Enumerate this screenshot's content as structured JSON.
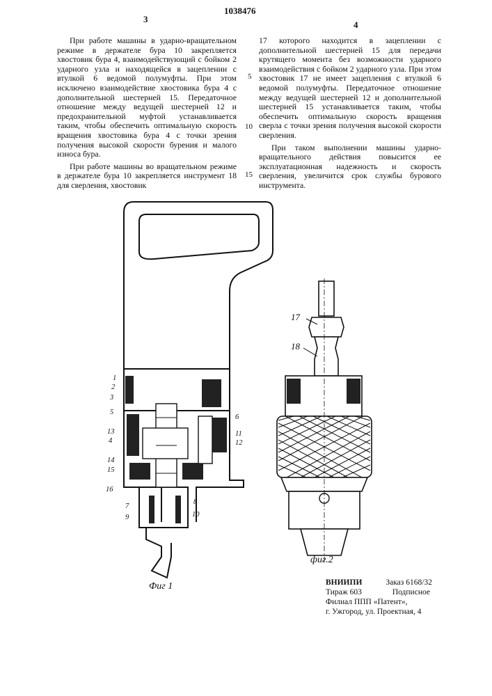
{
  "header": {
    "page_left": "3",
    "patent_number": "1038476",
    "page_right": "4"
  },
  "left_column": {
    "paragraphs": [
      "При работе машины в ударно-вращательном режиме в держателе бура 10 закрепляется хвостовик бура 4, взаимодействующий с бойком 2 ударного узла и находящейся в зацеплении с втулкой 6 ведомой полумуфты. При этом исключено взаимодействие хвостовика бура 4 с дополнительной шестерней 15. Передаточное отношение между ведущей шестерней 12 и предохранительной муфтой устанавливается таким, чтобы обеспечить оптимальную скорость вращения хвостовика бура 4 с точки зрения получения высокой скорости бурения и малого износа бура.",
      "При работе машины во вращательном режиме в держателе бура 10 закрепляется инструмент 18 для сверления, хвостовик"
    ]
  },
  "right_column": {
    "paragraphs": [
      "17 которого находится в зацеплении с дополнительной шестерней 15 для передачи крутящего момента без возможности ударного взаимодействия с бойком 2 ударного узла. При этом хвостовик 17 не имеет зацепления с втулкой 6 ведомой полумуфты. Передаточное отношение между ведущей шестерней 12 и дополнительной шестерней 15 устанавливается таким, чтобы обеспечить оптимальную скорость вращения сверла с точки зрения получения высокой скорости сверления.",
      "При таком выполнении машины ударно-вращательного действия повысится ее эксплуатационная надежность и скорость сверления, увеличится срок службы бурового инструмента."
    ]
  },
  "line_numbers": [
    "5",
    "10",
    "15"
  ],
  "figure1": {
    "caption": "Фиг 1",
    "labels": [
      "1",
      "2",
      "3",
      "5",
      "6",
      "13",
      "4",
      "11",
      "12",
      "14",
      "15",
      "16",
      "7",
      "8",
      "9",
      "10"
    ]
  },
  "figure2": {
    "caption": "фиг.2",
    "labels": [
      "17",
      "18"
    ]
  },
  "imprint": {
    "org": "ВНИИПИ",
    "order": "Заказ 6168/32",
    "print_run": "Тираж 603",
    "subscription": "Подписное",
    "branch": "Филиал ППП «Патент»,",
    "address": "г. Ужгород, ул. Проектная, 4"
  }
}
